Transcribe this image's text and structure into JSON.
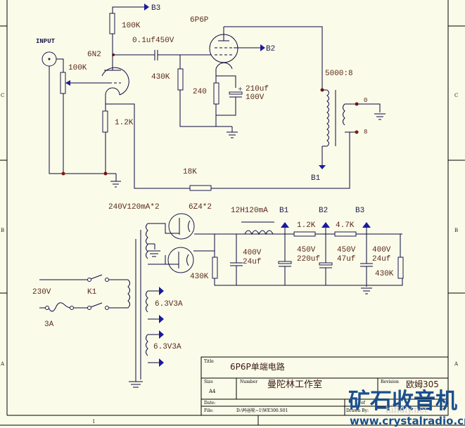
{
  "title_block": {
    "title_label": "Title",
    "title": "6P6P单端电路",
    "size_label": "Size",
    "size": "A4",
    "number_label": "Number",
    "number": "曼陀林工作室",
    "revision_label": "Revision",
    "revision": "欧姆305",
    "date_label": "Date:",
    "file_label": "File:",
    "file": "D:\\吗谷轮~1\\WE300.S01",
    "sheet_of": "of",
    "drawn_by_label": "Drawn By:"
  },
  "zones": {
    "left": [
      "C",
      "B",
      "A"
    ],
    "right": [
      "C",
      "B",
      "A"
    ],
    "bottom": [
      "1"
    ]
  },
  "amplifier": {
    "input_label": "INPUT",
    "volume_pot": "100K",
    "driver_tube": "6N2",
    "plate_resistor": "100K",
    "b3_label": "B3",
    "coupling_cap": "0.1uf450V",
    "grid_resistor": "430K",
    "cathode_resistor_driver": "1.2K",
    "output_tube": "6P6P",
    "b2_label": "B2",
    "cathode_resistor_output": "240",
    "cathode_cap_value": "210uf",
    "cathode_cap_voltage": "100V",
    "transformer_ratio": "5000:8",
    "b1_label": "B1",
    "tap_0": "0",
    "tap_8": "8",
    "feedback_resistor": "18K"
  },
  "power_supply": {
    "hv_winding": "240V120mA*2",
    "rectifier": "6Z4*2",
    "choke": "12H120mA",
    "b1_label": "B1",
    "b2_label": "B2",
    "b3_label": "B3",
    "r_b1_b2": "1.2K",
    "r_b2_b3": "4.7K",
    "cap1_voltage": "400V",
    "cap1_value": "24uf",
    "cap2_voltage": "450V",
    "cap2_value": "220uf",
    "cap3_voltage": "450V",
    "cap3_value": "47uf",
    "cap4_voltage": "400V",
    "cap4_value": "24uf",
    "bleeder_left": "430K",
    "bleeder_right": "430K",
    "mains": "230V",
    "switch": "K1",
    "fuse": "3A",
    "heater1": "6.3V3A",
    "heater2": "6.3V3A"
  },
  "watermark": {
    "cn": "矿石收音机",
    "url": "www.crystalradio.cn",
    "faint": "hifidiy.net"
  },
  "colors": {
    "background": "#fbfbea",
    "wire": "#0a0a40",
    "net_arrow": "#1a1aa0",
    "label": "#5a2a1a",
    "junction": "#7a1a10",
    "watermark": "#1b4f8f"
  }
}
